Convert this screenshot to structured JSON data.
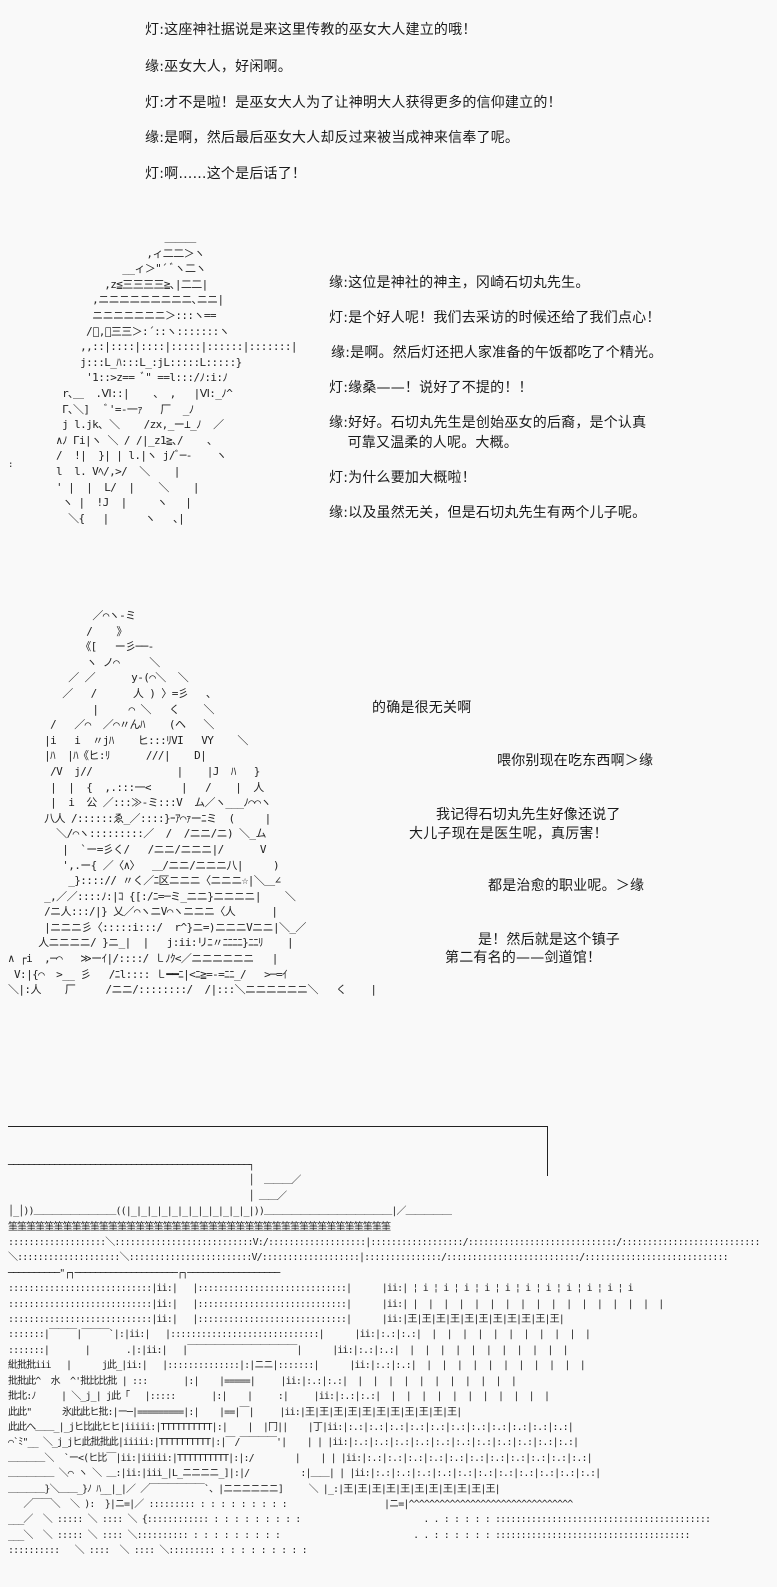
{
  "section1": {
    "lines": [
      "灯:这座神社据说是来这里传教的巫女大人建立的哦！",
      "缘:巫女大人，好闲啊。",
      "灯:才不是啦！是巫女大人为了让神明大人获得更多的信仰建立的！",
      "缘:是啊，然后最后巫女大人却反过来被当成神来信奉了呢。",
      "灯:啊……这个是后话了！"
    ]
  },
  "section2": {
    "lines": [
      "缘:这位是神社的神主，冈崎石切丸先生。",
      "灯:是个好人呢！我们去采访的时候还给了我们点心！",
      "缘:是啊。然后灯还把人家准备的午饭都吃了个精光。",
      "灯:缘桑——！说好了不提的！！",
      "缘:好好。石切丸先生是创始巫女的后裔，是个认真",
      "    可靠又温柔的人呢。大概。",
      "灯:为什么要加大概啦！",
      "缘:以及虽然无关，但是石切丸先生有两个儿子呢。"
    ]
  },
  "section3": {
    "lines": [
      "的确是很无关啊",
      "喂你别现在吃东西啊＞缘",
      "我记得石切丸先生好像还说了",
      "大儿子现在是医生呢，真厉害！",
      "都是治愈的职业呢。＞缘",
      "是！然后就是这个镇子",
      "第二有名的——剑道馆！"
    ]
  },
  "art": {
    "priest": "                    ＿＿＿\n                 ,ィ二二＞ヽ\n             __ィ＞\"´ ﾞヽ二ヽ\n          ,z≦三三三三≧､|二二|\n        ,ニニニニニニニニニ､ニニ|\n        ニニニニニニニ＞:::ヽ== \n       /ﾞ,＜三三＞:´::ヽ:::::::ヽ\n      ,,::|::::|::::|:::::|::::::|:::::::|\n      j:::L_ﾊ:::L_:jL:::::L:::::}\n       '1::>z== ﾞ\" ==l:::/ﾉ:i:ﾉ\n   r､＿  .Ⅵ::|    、 ,   |Ⅵ:_ﾉ^\n   Γ､＼]   ﾞ'=-一ｧ   厂  _ﾉ\n   j l.jk､ ＼    /zx,_ー⊥_ﾉ  ／\n  ∧ﾉ Γi|ヽ ＼ / /|_z1≧､/    ､\n  /  !|  }| | l.|ヽ j/ﾞ─-    ヽ\n  l  l. Vﾍ/,>/  ＼    |\n  ' |  |  L/  |    ＼    |\n   ヽ |  !J  |     ヽ   |\n    ＼{   |      ヽ   ､|",
    "group": "              ／⌒ヽ-ミ\n             /    》\n            《[   ー彡──-\n             ヽ ノ⌒     ＼\n          ／ ／      y-(⌒＼  ＼\n         ／   /      人 ) 〉=彡   ､\n              |     ⌒ ＼   く    ＼\n       /   ／⌒  ／⌒〃んﾊ    (ヘ   ＼\n      |i   i  〃jﾊ    ヒ:::ﾘVI   VY    ＼\n      |ﾊ  |ﾊ《ヒ:ﾘ      ///|    D|\n       /V  j//              |    |J  ﾊ   }\n       |  |  {  ,.:::一<     |   /    |  人\n       |  i  公 ／:::≫-ミ:::V  ム／ヽ___ﾉ⌒⌒ヽ\n      八人 /::::::ゑ_／::::}ｰｱ⌒ｧーﾆミ  (     |\n        ＼/⌒ヽ:::::::::／  /  /ニニ/ニ) ＼_ム\n         |  `ー=彡く/   /ニニ/ニニニ|/      V\n         ',.ー{ ／〈∧〉  ＿/ニニ/ニニニ八|     )\n          _}::::// 〃く／ﾆ区ニニニ〈ニニニ☆|＼＿∠\n      _,／／::::ﾉ:|ｺ {[:/ﾆ=─ミ_ニニ}ニニニニ|    ＼\n      /ニ人:::/|} 乂／⌒ヽニV⌒ヽニニニ〈人      |\n      |ニニニ彡〈:::::i:::/  r^}ニ=)ニニニVニニ|＼_／\n     人ニニニニ/ }ニ_|  |   j:ii:リﾆ〃ﾆﾆﾆﾆ}ﾆﾆﾘ    |\n∧ ┌i  ,─⌒   ≫ーｲ|/::::/ ㇄ﾉｸ<／ニニニニニニ   |\n V:|{⌒  >__ 彡   /ﾆl:::: ㇄━━ﾆ|<ﾆ≧=-=ﾆﾆ_/   >─=ｲ\n＼|:人    厂     /ニニ/::::::::/  /|:::＼ニニニニニニ＼   く    |",
    "dojo": "───────────────────────────────────────────────┐\n                                               │  ＿＿＿／\n                                               │ ＿＿／\n│_│))＿＿＿＿＿＿＿＿＿((|_|_|_|_|_|_|_|_|_|_|_|_|))＿＿＿＿＿＿＿＿＿＿＿＿＿＿|／＿＿＿＿＿\n筀筀筀筀筀筀筀筀筀筀筀筀筀筀筀筀筀筀筀筀筀筀筀筀筀筀筀筀筀筀筀筀筀筀筀筀筀筀筀筀筀筀\n:::::::::::::::::::＼:::::::::::::::::::::::::::V:/:::::::::::::::::::|::::::::::::::::::/:::::::::::::::::::::::::::::/:::::::::::::::::::::::::::\n＼::::::::::::::::::::＼::::::::::::::::::::::::V/:::::::::::::::::::|:::::::::::::::/::::::::::::::::::::::::::/::::::::::::::::::::::::::::\n──────────\"┌┐────────────────────┌┐──────────────────\n::::::::::::::::::::::::::::|ii:|   |:::::::::::::::::::::::::::::|      |ii:| ¦ i ¦ i ¦ i ¦ i ¦ i ¦ i ¦ i ¦ i ¦ i ¦ i ¦ i\n::::::::::::::::::::::::::::|ii:|   |:::::::::::::::::::::::::::::|      |ii:| |  |  |  |  |  |  |  |  |  |  |  |  |  |  |  |  |\n::::::::::::::::::::::::::::|ii:|   |:::::::::::::::::::::::::::::|      |ii:|王|王|王|王|王|王|王|王|王|王|王|\n:::::::|￣￣￣|￣￣￣`|:|ii:|   |:::::::::::::::::::::::::::::|      |ii:|:.:|:.:|  |  |  |  |  |  |  |  |  |  |  |\n:::::::|       |       .|:|ii:|   |￣￣￣￣￣￣￣￣￣￣￣￣|      |ii:|:.:|:.:|  |  |  |  |  |  |  |  |  |  |  |\n紕批批iii   |      j此_|ii:|   |::::::::::::::|:|ニニ|:::::::|      |ii:|:.:|:.:|  |  |  |  |  |  |  |  |  |  |  |\n批批此^  水  ^'批比比批 | :::       |:|    |=====|     |ii:|:.:|:.:|  |  |  |  |  |  |  |  |  |  |  |\n批北:ﾉ     | ＼_j_| j此「   |:::::       |:|    |     :|     |ii:|:.:|:.:|  |  |  |  |  |  |  |  |  |  |  |\n此此\"      氷此此ヒ批:|ー─|=========|:|    |==|￣|     |ii:|王|王|王|王|王|王|王|王|王|王|王|\n此此へ＿＿_|_jヒ比此ヒヒ|iiiii:|TTTTTTTTTT|:|    |  |冂||    |丁|ii:|:.:|:.:|:.:|:.:|:.:|:.:|:.:|:.:|:.:|:.:|:.:|\n⌒`ﾐ\"__ ＼_j_jヒ此批批此|iiiii:|TTTTTTTTTT|:|￣/￣￣￣￣'|    | | |ii:|:.:|:.:|:.:|:.:|:.:|:.:|:.:|:.:|:.:|:.:|:.:|\n＿＿＿＿＼  `ー<(ヒ比￣|ii:|iiiii:|TTTTTTTTTT|:|:/        |    | | |ii:|:.:|:.:|:.:|:.:|:.:|:.:|:.:|:.:|:.:|:.:|:.:|\n＿＿＿＿＿ ＼⌒ ヽ ＼ ＿:|ii:|iii_|L_ニニニニ_]|:|/          :|＿＿| | |ii:|:.:|:.:|:.:|:.:|:.:|:.:|:.:|:.:|:.:|:.:|:.:|\n＿＿＿＿}＼＿＿_}ﾉ ﾊ__|_|／ ／￣￣￣￣￣￣`、|ニニニニニニ]     ＼ |_:|王|王|王|王|王|王|王|王|王|王|王|\n   ／￣￣＼  ＼ ):  }|ニ=|／ ::::::::: : : : : : : : : :                   |ニ=|^^^^^^^^^^^^^^^^^^^^^^^^^^^^^^^^\n___／  ＼ ::::: ＼ :::: ＼ {:::::::::::: : : : : : : : : :                        . . : : : : : ::::::::::::::::::::::::::::::::::::::::::\n___＼  ＼ ::::: ＼ :::: ＼:::::::::: : : : : : : : : :                          . . : : : : : : ::::::::::::::::::::::::::::::::::::::\n::::::::::   ＼ ::::  ＼ :::: ＼::::::::: : : : : : : : : :"
  }
}
